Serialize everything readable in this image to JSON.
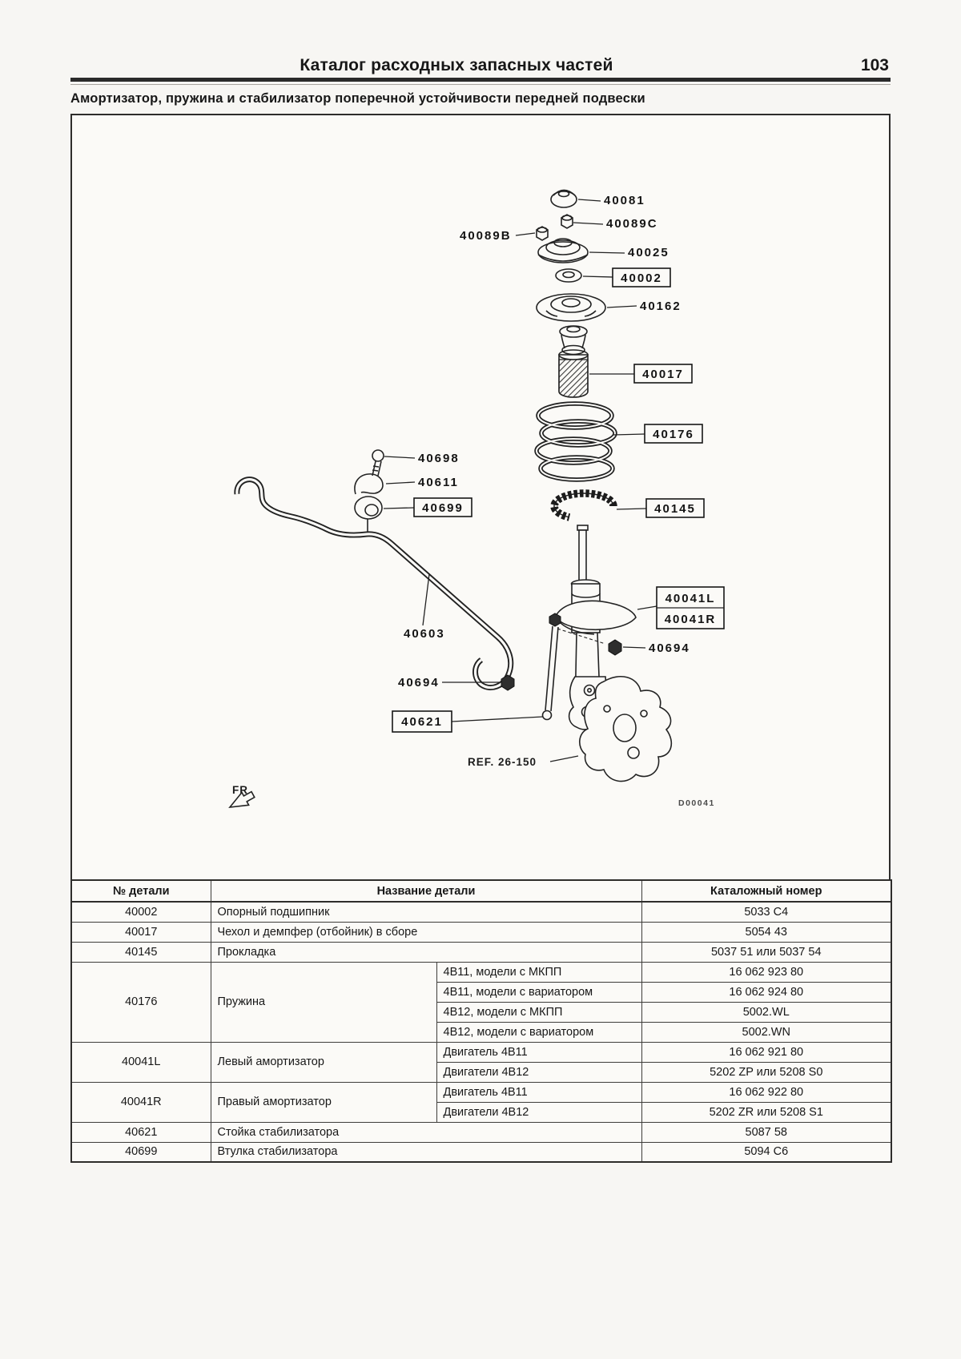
{
  "page": {
    "header_title": "Каталог расходных запасных частей",
    "page_number": "103",
    "subtitle": "Амортизатор, пружина и стабилизатор поперечной устойчивости передней подвески"
  },
  "diagram": {
    "labels": {
      "n40081": "40081",
      "n40089c": "40089C",
      "n40089b": "40089B",
      "n40025": "40025",
      "n40002": "40002",
      "n40162": "40162",
      "n40017": "40017",
      "n40176": "40176",
      "n40145": "40145",
      "n40698": "40698",
      "n40611": "40611",
      "n40699": "40699",
      "n40603": "40603",
      "n40621": "40621",
      "n40694": "40694",
      "n40041l": "40041L",
      "n40041r": "40041R",
      "ref": "REF. 26-150",
      "fr": "FR",
      "code": "D00041"
    }
  },
  "table": {
    "headers": {
      "part": "№ детали",
      "name": "Название детали",
      "catalog": "Каталожный номер"
    },
    "rows": [
      {
        "part": "40002",
        "name": "Опорный подшипник",
        "catalog": "5033 C4"
      },
      {
        "part": "40017",
        "name": "Чехол и демпфер (отбойник) в сборе",
        "catalog": "5054 43"
      },
      {
        "part": "40145",
        "name": "Прокладка",
        "catalog": "5037 51 или 5037 54"
      },
      {
        "part": "40176",
        "name": "Пружина",
        "variants": [
          {
            "spec": "4B11, модели с МКПП",
            "catalog": "16 062 923 80"
          },
          {
            "spec": "4B11, модели с вариатором",
            "catalog": "16 062 924 80"
          },
          {
            "spec": "4B12, модели с МКПП",
            "catalog": "5002.WL"
          },
          {
            "spec": "4B12, модели с вариатором",
            "catalog": "5002.WN"
          }
        ]
      },
      {
        "part": "40041L",
        "name": "Левый амортизатор",
        "variants": [
          {
            "spec": "Двигатель 4B11",
            "catalog": "16 062 921 80"
          },
          {
            "spec": "Двигатели 4B12",
            "catalog": "5202 ZP или 5208 S0"
          }
        ]
      },
      {
        "part": "40041R",
        "name": "Правый амортизатор",
        "variants": [
          {
            "spec": "Двигатель 4B11",
            "catalog": "16 062 922 80"
          },
          {
            "spec": "Двигатели 4B12",
            "catalog": "5202 ZR или 5208 S1"
          }
        ]
      },
      {
        "part": "40621",
        "name": "Стойка стабилизатора",
        "catalog": "5087 58"
      },
      {
        "part": "40699",
        "name": "Втулка стабилизатора",
        "catalog": "5094 C6"
      }
    ]
  }
}
